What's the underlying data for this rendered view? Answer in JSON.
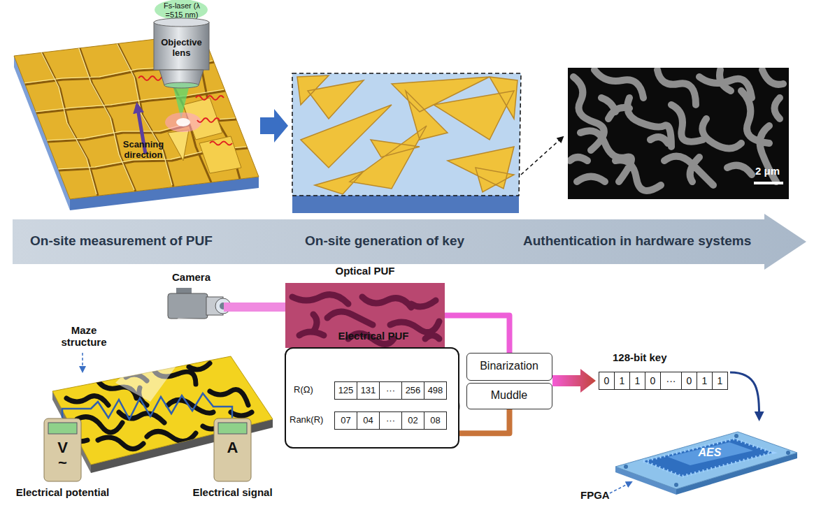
{
  "diagram": {
    "nodes": [
      {
        "text": [
          "Fs-laser (λ =515 nm)",
          "Objective lens"
        ]
      },
      {
        "text": [
          "On-site measurement of PUF",
          "On-site generation of key",
          "Authentication in hardware systems"
        ]
      },
      {
        "text": [
          "Optical PUF"
        ]
      },
      {
        "text": [
          "V",
          "~",
          "Electrical potential"
        ]
      },
      {
        "text": [
          "A",
          "Electrical signal"
        ]
      },
      {
        "text": [
          "Electrical PUF"
        ]
      },
      {
        "text": [
          "Binarization"
        ]
      },
      {
        "text": [
          "Muddle"
        ]
      },
      {
        "text": [
          "128-bit key"
        ]
      },
      {
        "text": [
          "AES"
        ]
      }
    ],
    "edges": [
      {
        "from": 2,
        "to": 6,
        "arrow": "none"
      },
      {
        "from": 5,
        "to": 7,
        "arrow": "none"
      },
      {
        "from": 6,
        "to": 8,
        "arrow": "to"
      },
      {
        "from": 8,
        "to": 9,
        "arrow": "to"
      }
    ],
    "labels": [
      "Scanning direction",
      "2 μm",
      "Camera",
      "Maze structure",
      "R(Ω)",
      "125",
      "131",
      "···",
      "256",
      "498",
      "Rank(R)",
      "07",
      "04",
      "···",
      "02",
      "08",
      "0",
      "1",
      "1",
      "0",
      "···",
      "0",
      "1",
      "1",
      "FPGA"
    ]
  }
}
